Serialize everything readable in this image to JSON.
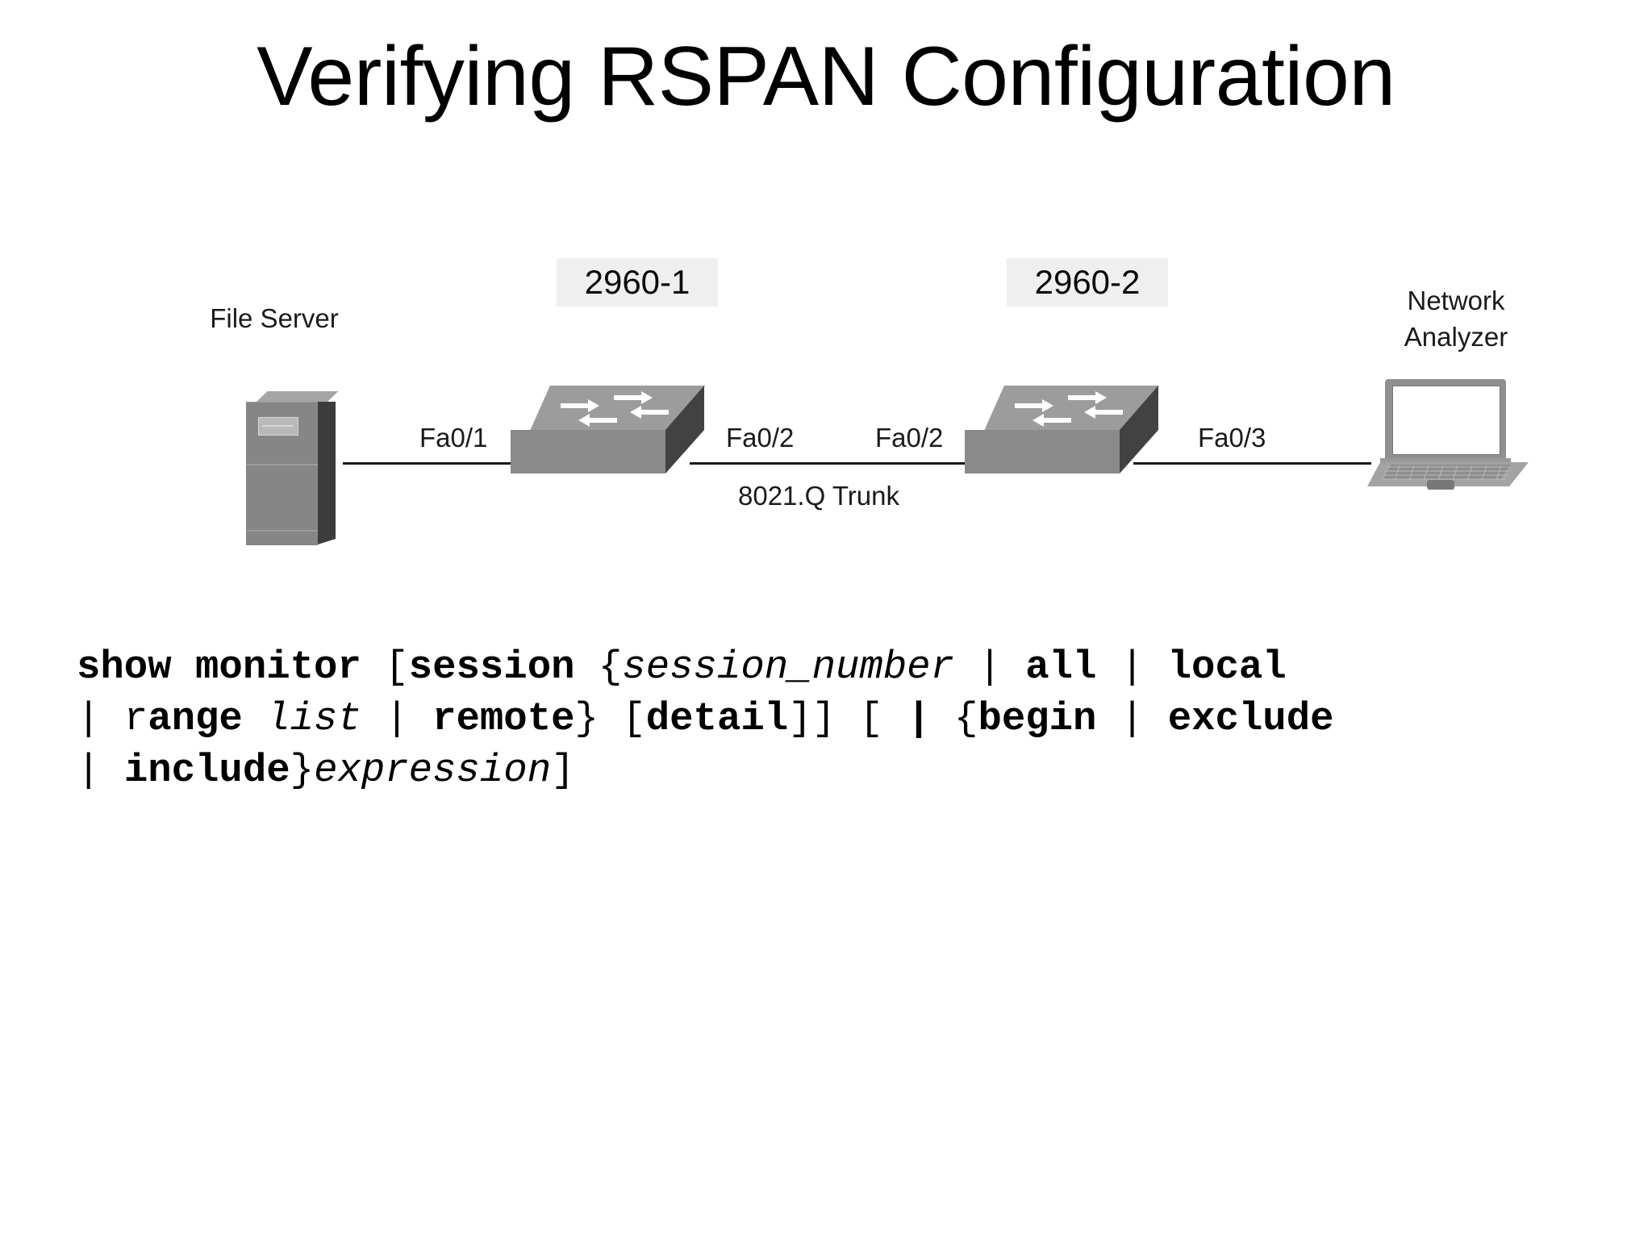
{
  "slide": {
    "title": "Verifying RSPAN Configuration",
    "background": "#ffffff"
  },
  "diagram": {
    "type": "network-topology",
    "nodes": [
      {
        "id": "file-server",
        "label": "File Server",
        "icon": "server-tower-icon"
      },
      {
        "id": "switch-2960-1",
        "label": "2960-1",
        "icon": "switch-icon",
        "label_bg": "#efefef"
      },
      {
        "id": "switch-2960-2",
        "label": "2960-2",
        "icon": "switch-icon",
        "label_bg": "#efefef"
      },
      {
        "id": "network-analyzer",
        "label_line1": "Network",
        "label_line2": "Analyzer",
        "icon": "laptop-icon"
      }
    ],
    "interface_labels": {
      "server_to_sw1": "Fa0/1",
      "sw1_to_sw2": "Fa0/2",
      "sw2_to_sw1": "Fa0/2",
      "sw2_to_analyzer": "Fa0/3"
    },
    "link_annotation": "8021.Q Trunk",
    "line_color": "#1a1a1a"
  },
  "syntax": {
    "lines": [
      [
        {
          "t": "show monitor ",
          "s": "b"
        },
        {
          "t": "[",
          "s": "r"
        },
        {
          "t": "session",
          "s": "b"
        },
        {
          "t": " {",
          "s": "r"
        },
        {
          "t": "session_number",
          "s": "i"
        },
        {
          "t": " | ",
          "s": "r"
        },
        {
          "t": "all",
          "s": "b"
        },
        {
          "t": " | ",
          "s": "r"
        },
        {
          "t": "local",
          "s": "b"
        }
      ],
      [
        {
          "t": "| ",
          "s": "r"
        },
        {
          "t": "r",
          "s": "r"
        },
        {
          "t": "ange",
          "s": "b"
        },
        {
          "t": " ",
          "s": "r"
        },
        {
          "t": "list",
          "s": "i"
        },
        {
          "t": " | ",
          "s": "r"
        },
        {
          "t": "remote",
          "s": "b"
        },
        {
          "t": "} [",
          "s": "r"
        },
        {
          "t": "detail",
          "s": "b"
        },
        {
          "t": "]] [ ",
          "s": "r"
        },
        {
          "t": "|",
          "s": "b"
        },
        {
          "t": " {",
          "s": "r"
        },
        {
          "t": "begin",
          "s": "b"
        },
        {
          "t": " | ",
          "s": "r"
        },
        {
          "t": "exclude",
          "s": "b"
        }
      ],
      [
        {
          "t": "| ",
          "s": "r"
        },
        {
          "t": "include",
          "s": "b"
        },
        {
          "t": "}",
          "s": "r"
        },
        {
          "t": "expression",
          "s": "i"
        },
        {
          "t": "]",
          "s": "r"
        }
      ]
    ],
    "plain_text": "show monitor [session {session_number | all | local | range list | remote} [detail]] [ | {begin | exclude | include}expression]"
  }
}
